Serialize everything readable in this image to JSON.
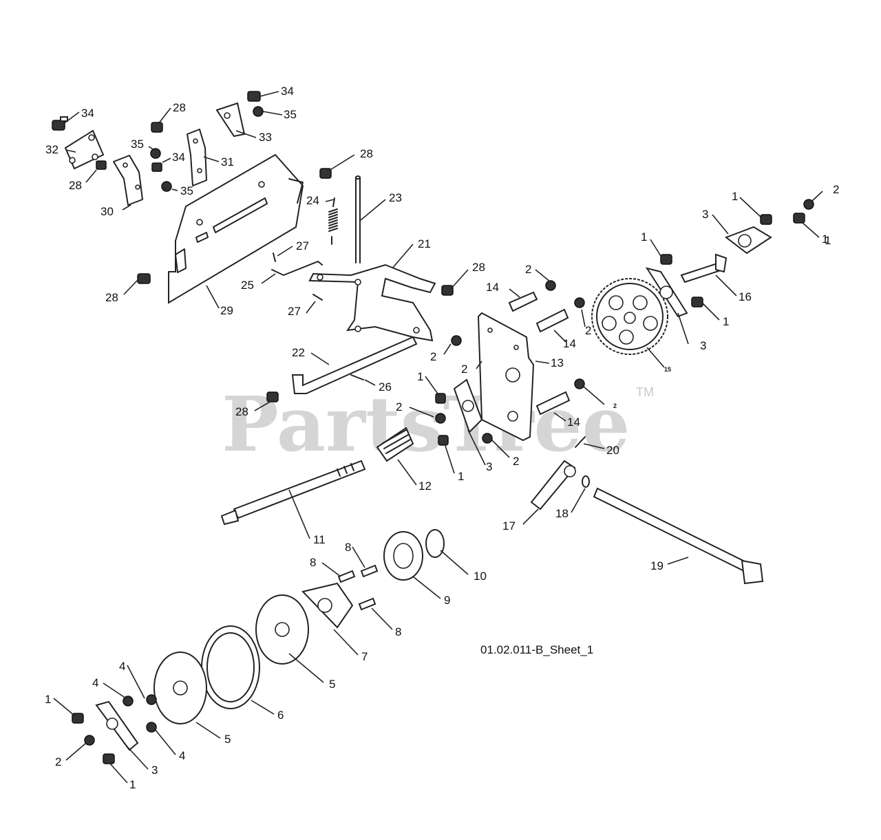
{
  "sheet_label": "01.02.011-B_Sheet_1",
  "watermark": {
    "text": "PartsTree",
    "trademark": "TM"
  },
  "callouts": [
    {
      "id": "c34a",
      "text": "34"
    },
    {
      "id": "c35a",
      "text": "35"
    },
    {
      "id": "c34b",
      "text": "34"
    },
    {
      "id": "c28a",
      "text": "28"
    },
    {
      "id": "c33",
      "text": "33"
    },
    {
      "id": "c32",
      "text": "32"
    },
    {
      "id": "c35b",
      "text": "35"
    },
    {
      "id": "c34c",
      "text": "34"
    },
    {
      "id": "c31",
      "text": "31"
    },
    {
      "id": "c28b",
      "text": "28"
    },
    {
      "id": "c28c",
      "text": "28"
    },
    {
      "id": "c35c",
      "text": "35"
    },
    {
      "id": "c30",
      "text": "30"
    },
    {
      "id": "c23",
      "text": "23"
    },
    {
      "id": "c24",
      "text": "24"
    },
    {
      "id": "c21",
      "text": "21"
    },
    {
      "id": "c27a",
      "text": "27"
    },
    {
      "id": "c25",
      "text": "25"
    },
    {
      "id": "c28d",
      "text": "28"
    },
    {
      "id": "c29",
      "text": "29"
    },
    {
      "id": "c27b",
      "text": "27"
    },
    {
      "id": "c28e",
      "text": "28"
    },
    {
      "id": "c22",
      "text": "22"
    },
    {
      "id": "c26",
      "text": "26"
    },
    {
      "id": "c28f",
      "text": "28"
    },
    {
      "id": "c2a",
      "text": "2"
    },
    {
      "id": "c2b",
      "text": "2"
    },
    {
      "id": "c1a",
      "text": "1"
    },
    {
      "id": "c2c",
      "text": "2"
    },
    {
      "id": "c1b",
      "text": "1"
    },
    {
      "id": "c3a",
      "text": "3"
    },
    {
      "id": "c2d",
      "text": "2"
    },
    {
      "id": "c12",
      "text": "12"
    },
    {
      "id": "c14a",
      "text": "14"
    },
    {
      "id": "c2e",
      "text": "2"
    },
    {
      "id": "c14b",
      "text": "14"
    },
    {
      "id": "c2f",
      "text": "2"
    },
    {
      "id": "c13",
      "text": "13"
    },
    {
      "id": "c14c",
      "text": "14"
    },
    {
      "id": "c2g",
      "text": "2"
    },
    {
      "id": "c15",
      "text": "15"
    },
    {
      "id": "c1c",
      "text": "1"
    },
    {
      "id": "c3b",
      "text": "3"
    },
    {
      "id": "c1d",
      "text": "1"
    },
    {
      "id": "c1e",
      "text": "1"
    },
    {
      "id": "c2h",
      "text": "2"
    },
    {
      "id": "c1f",
      "text": "1"
    },
    {
      "id": "c16",
      "text": "16"
    },
    {
      "id": "c1g",
      "text": "1"
    },
    {
      "id": "c3c",
      "text": "3"
    },
    {
      "id": "c20",
      "text": "20"
    },
    {
      "id": "c17",
      "text": "17"
    },
    {
      "id": "c18",
      "text": "18"
    },
    {
      "id": "c19",
      "text": "19"
    },
    {
      "id": "c11",
      "text": "11"
    },
    {
      "id": "c8a",
      "text": "8"
    },
    {
      "id": "c8b",
      "text": "8"
    },
    {
      "id": "c10",
      "text": "10"
    },
    {
      "id": "c9",
      "text": "9"
    },
    {
      "id": "c8c",
      "text": "8"
    },
    {
      "id": "c7",
      "text": "7"
    },
    {
      "id": "c5a",
      "text": "5"
    },
    {
      "id": "c6",
      "text": "6"
    },
    {
      "id": "c4a",
      "text": "4"
    },
    {
      "id": "c4b",
      "text": "4"
    },
    {
      "id": "c5b",
      "text": "5"
    },
    {
      "id": "c1h",
      "text": "1"
    },
    {
      "id": "c2i",
      "text": "2"
    },
    {
      "id": "c3d",
      "text": "3"
    },
    {
      "id": "c4c",
      "text": "4"
    },
    {
      "id": "c1i",
      "text": "1"
    }
  ]
}
